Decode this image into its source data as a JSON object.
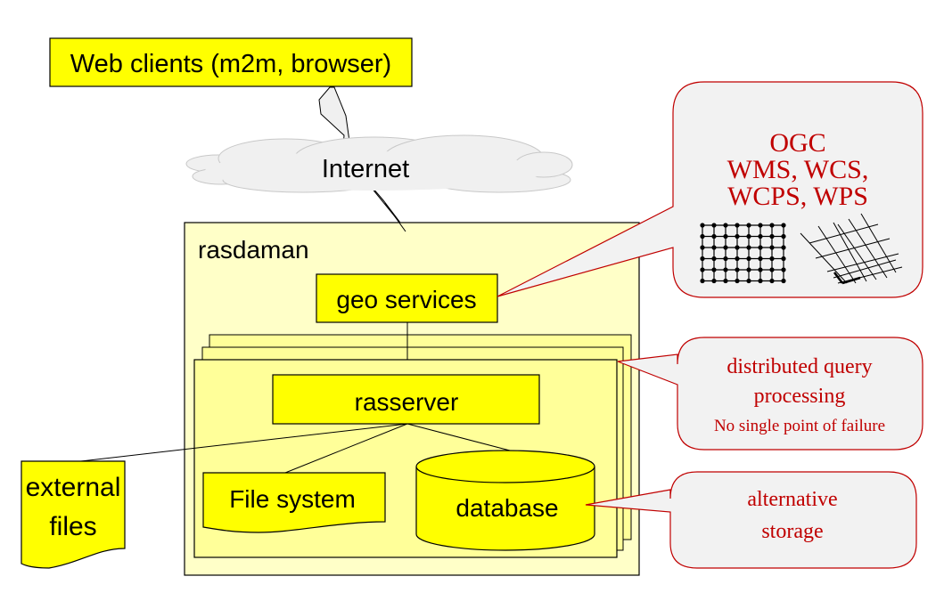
{
  "colors": {
    "yellow": "#ffff00",
    "paleYellow": "#ffffc0",
    "midYellow": "#ffff99",
    "cloud": "#f0f0f0",
    "callout": "#f2f2f2",
    "calloutBorder": "#c00000",
    "calloutText": "#c00000"
  },
  "web_clients": {
    "label": "Web clients (m2m, browser)"
  },
  "internet": {
    "label": "Internet"
  },
  "rasdaman": {
    "label": "rasdaman"
  },
  "geo_services": {
    "label": "geo services"
  },
  "rasserver": {
    "label": "rasserver"
  },
  "file_system": {
    "label": "File system"
  },
  "database": {
    "label": "database"
  },
  "external_files": {
    "line1": "external",
    "line2": "files"
  },
  "callouts": {
    "ogc": {
      "line1": "OGC",
      "line2": "WMS, WCS,",
      "line3": "WCPS, WPS"
    },
    "distributed": {
      "line1": "distributed query",
      "line2": "processing",
      "line3": "No single point of failure"
    },
    "storage": {
      "line1": "alternative",
      "line2": "storage"
    }
  }
}
